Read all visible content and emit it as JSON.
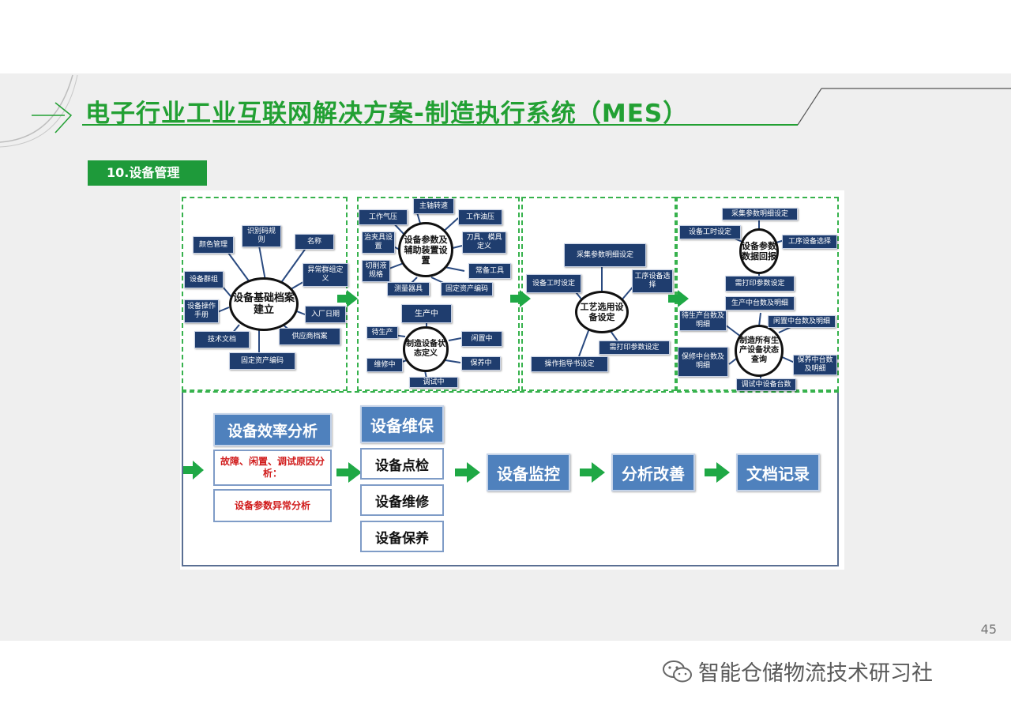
{
  "slide": {
    "title": "电子行业工业互联网解决方案-制造执行系统（MES）",
    "section_tag": "10.设备管理",
    "page_number": "45"
  },
  "colors": {
    "accent": "#22a033",
    "node": "#1f3d6e",
    "box_blue": "#4f81bd",
    "red_text": "#d01a1a"
  },
  "panel1": {
    "hub": "设备基础档案建立",
    "nodes": [
      "颜色管理",
      "识别码规则",
      "名称",
      "异常群组定义",
      "设备群组",
      "设备操作手册",
      "入厂日期",
      "技术文档",
      "供应商档案",
      "固定资产编码"
    ]
  },
  "panel2": {
    "hub_top": "设备参数及辅助装置设置",
    "nodes_top": [
      "主轴转速",
      "工作气压",
      "工作油压",
      "治夹具设置",
      "刀具、模具定义",
      "切削液规格",
      "常备工具",
      "测量器具",
      "固定资产编码"
    ],
    "hub_bottom": "制造设备状态定义",
    "nodes_bottom": [
      "生产中",
      "待生产",
      "闲置中",
      "维修中",
      "保养中",
      "调试中"
    ]
  },
  "panel3": {
    "hub": "工艺选用设备设定",
    "nodes": [
      "采集参数明细设定",
      "设备工时设定",
      "工序设备选择",
      "需打印参数设定",
      "操作指导书设定"
    ]
  },
  "panel4": {
    "hub_top": "设备参数数据回报",
    "nodes_top": [
      "采集参数明细设定",
      "设备工时设定",
      "工序设备选择",
      "需打印参数设定"
    ],
    "hub_bottom": "制造所有生产设备状态查询",
    "nodes_bottom": [
      "生产中台数及明细",
      "待生产台数及明细",
      "闲置中台数及明细",
      "保养中台数及明细",
      "保修中台数及明细",
      "调试中设备台数"
    ]
  },
  "bottom": {
    "efficiency": "设备效率分析",
    "fault_analysis": "故障、闲置、调试原因分析：",
    "param_analysis": "设备参数异常分析",
    "maintenance_title": "设备维保",
    "maintenance_items": [
      "设备点检",
      "设备维修",
      "设备保养"
    ],
    "monitor": "设备监控",
    "improve": "分析改善",
    "records": "文档记录"
  },
  "watermark": {
    "icon": "wechat-icon",
    "text": "智能仓储物流技术研习社"
  }
}
